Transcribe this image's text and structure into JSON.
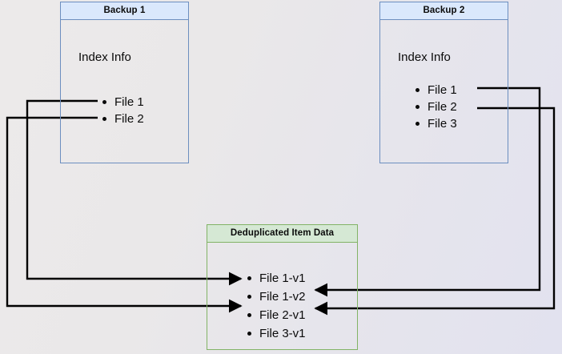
{
  "diagram": {
    "title_hidden": "",
    "colors": {
      "blue_fill": "#dae8fc",
      "blue_stroke": "#6c8ebf",
      "green_fill": "#d5e8d4",
      "green_stroke": "#82b366",
      "edge_stroke": "#000000",
      "canvas_bg": "#eae8e9"
    },
    "nodes": [
      {
        "id": "backup-1",
        "title": "Backup 1",
        "subtitle": "Index Info",
        "items": [
          "File 1",
          "File 2"
        ]
      },
      {
        "id": "backup-2",
        "title": "Backup 2",
        "subtitle": "Index Info",
        "items": [
          "File 1",
          "File 2",
          "File 3"
        ]
      },
      {
        "id": "dedup-store",
        "title": "Deduplicated Item Data",
        "subtitle": "",
        "items": [
          "File 1-v1",
          "File 1-v2",
          "File 2-v1",
          "File 3-v1"
        ]
      }
    ],
    "edges": [
      {
        "from": "backup-1.File 1",
        "to": "dedup-store.File 1-v1",
        "direction": "left-around"
      },
      {
        "from": "backup-1.File 2",
        "to": "dedup-store.File 2-v1",
        "direction": "left-around"
      },
      {
        "from": "backup-2.File 1",
        "to": "dedup-store.File 1-v2",
        "direction": "right-around"
      },
      {
        "from": "backup-2.File 2",
        "to": "dedup-store.File 2-v1",
        "direction": "right-around"
      }
    ]
  }
}
